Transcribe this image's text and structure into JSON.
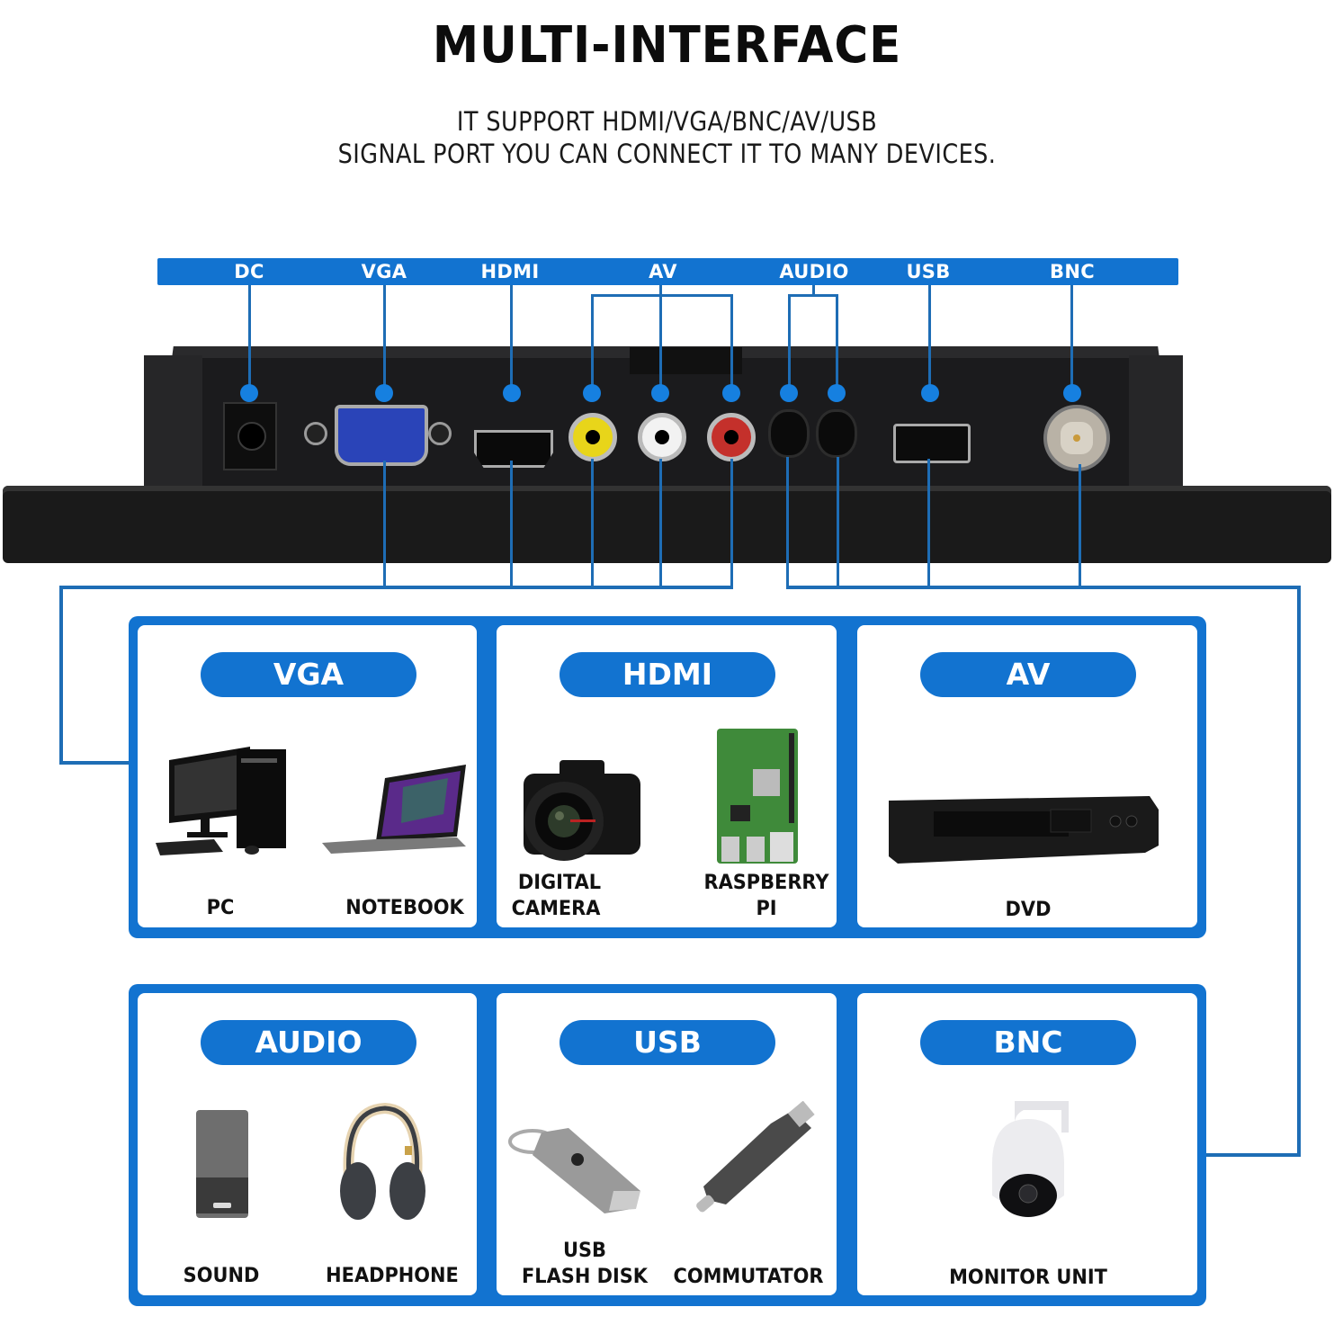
{
  "header": {
    "title": "MULTI-INTERFACE",
    "subtitle_line1": "IT SUPPORT HDMI/VGA/BNC/AV/USB",
    "subtitle_line2": "SIGNAL PORT YOU CAN CONNECT IT TO MANY DEVICES."
  },
  "colors": {
    "accent_blue": "#1273d0",
    "line_blue": "#1e6db5",
    "monitor_body": "#1a1a1a"
  },
  "port_bar": {
    "labels": [
      "DC",
      "VGA",
      "HDMI",
      "AV",
      "AUDIO",
      "USB",
      "BNC"
    ]
  },
  "ports": [
    {
      "name": "DC",
      "type": "dc-power-jack"
    },
    {
      "name": "VGA",
      "type": "vga-connector"
    },
    {
      "name": "HDMI",
      "type": "hdmi-connector"
    },
    {
      "name": "AV",
      "type": "rca-yellow"
    },
    {
      "name": "AV",
      "type": "rca-white"
    },
    {
      "name": "AV",
      "type": "rca-red"
    },
    {
      "name": "AUDIO",
      "type": "audio-jack"
    },
    {
      "name": "AUDIO",
      "type": "audio-jack"
    },
    {
      "name": "USB",
      "type": "usb-a-port"
    },
    {
      "name": "BNC",
      "type": "bnc-connector"
    }
  ],
  "groups": [
    {
      "title": "VGA",
      "devices": [
        {
          "label": "PC"
        },
        {
          "label": "NOTEBOOK"
        }
      ]
    },
    {
      "title": "HDMI",
      "devices": [
        {
          "label_line1": "DIGITAL",
          "label_line2": "CAMERA"
        },
        {
          "label_line1": "RASPBERRY",
          "label_line2": "PI"
        }
      ]
    },
    {
      "title": "AV",
      "devices": [
        {
          "label": "DVD"
        }
      ]
    },
    {
      "title": "AUDIO",
      "devices": [
        {
          "label": "SOUND"
        },
        {
          "label": "HEADPHONE"
        }
      ]
    },
    {
      "title": "USB",
      "devices": [
        {
          "label_line1": "USB",
          "label_line2": "FLASH DISK"
        },
        {
          "label": "COMMUTATOR"
        }
      ]
    },
    {
      "title": "BNC",
      "devices": [
        {
          "label": "MONITOR UNIT"
        }
      ]
    }
  ]
}
